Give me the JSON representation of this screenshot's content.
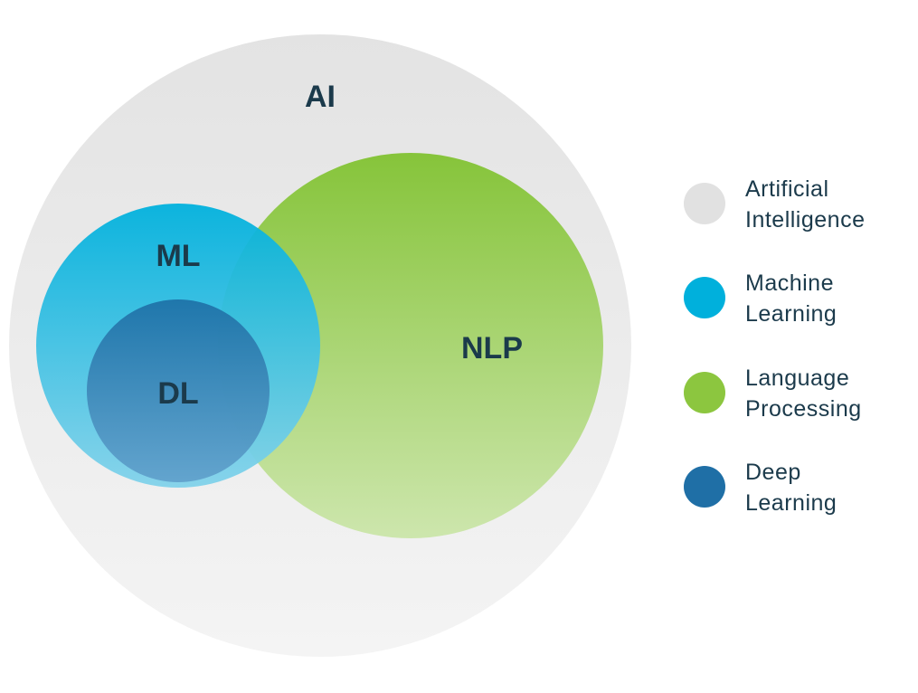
{
  "diagram": {
    "sets": [
      {
        "key": "ai",
        "label": "AI",
        "color": "#e8e8e8"
      },
      {
        "key": "nlp",
        "label": "NLP",
        "color": "#8cc63f"
      },
      {
        "key": "ml",
        "label": "ML",
        "color": "#00b0dc"
      },
      {
        "key": "dl",
        "label": "DL",
        "color": "#1f6fa6"
      }
    ]
  },
  "legend": {
    "items": [
      {
        "line1": "Artificial",
        "line2": "Intelligence",
        "color": "#e1e1e1"
      },
      {
        "line1": "Machine",
        "line2": "Learning",
        "color": "#00b0dc"
      },
      {
        "line1": "Language",
        "line2": "Processing",
        "color": "#8cc63f"
      },
      {
        "line1": "Deep",
        "line2": "Learning",
        "color": "#1f6fa6"
      }
    ]
  }
}
